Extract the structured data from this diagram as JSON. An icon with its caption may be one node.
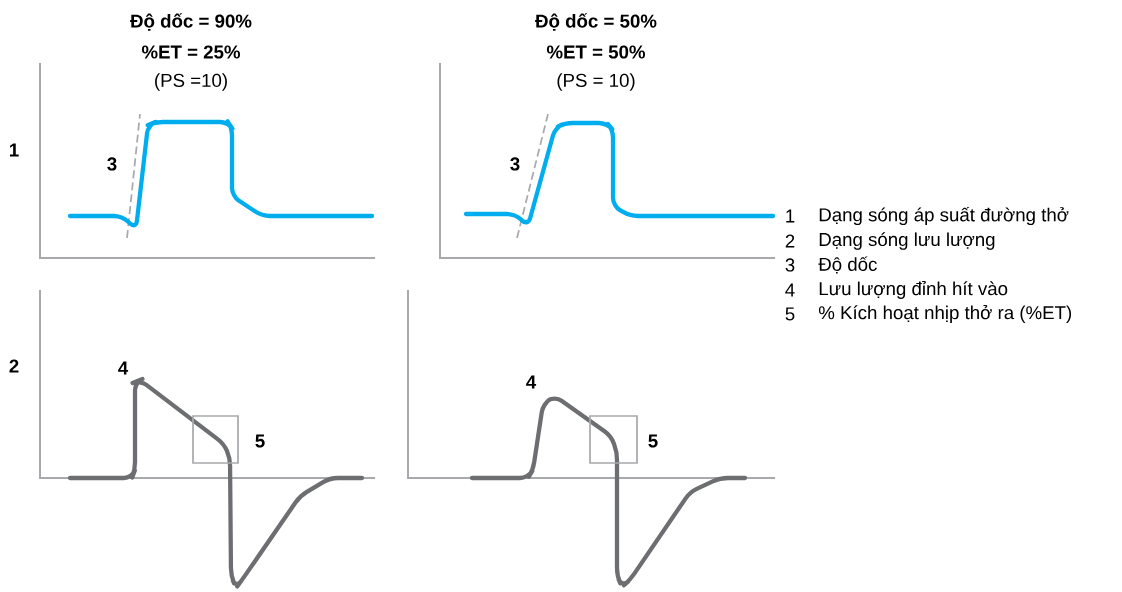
{
  "diagram": {
    "labels": [
      "Độ dốc = 90%",
      "%ET = 25%",
      "(PS =10)",
      "Độ dốc = 50%",
      "%ET = 50%",
      "(PS = 10)",
      "1",
      "3",
      "3",
      "2",
      "4",
      "5",
      "4",
      "5",
      "1",
      "Dạng sóng áp suất đường thở",
      "2",
      "Dạng sóng lưu lượng",
      "3",
      "Độ dốc",
      "4",
      "Lưu lượng đỉnh hít vào",
      "5",
      "% Kích hoạt nhịp thở ra (%ET)"
    ]
  }
}
